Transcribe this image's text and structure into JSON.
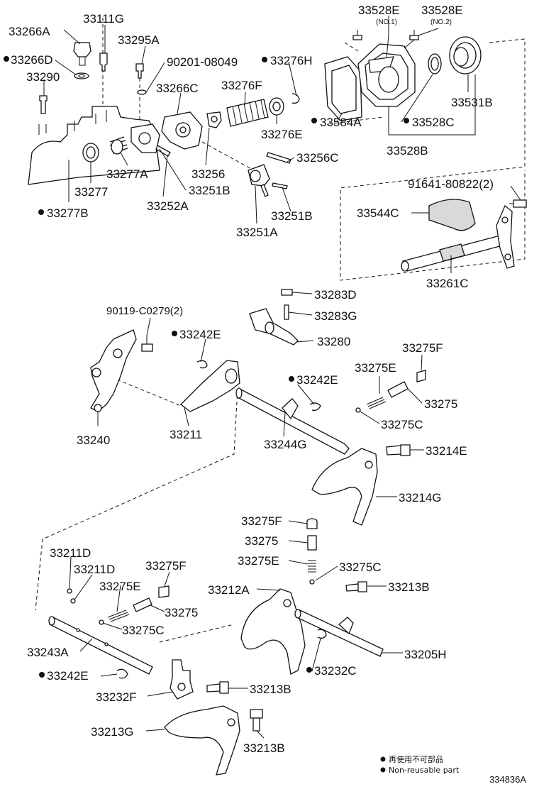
{
  "colors": {
    "ink": "#111111",
    "paper": "#ffffff",
    "shade": "#d9d9d9"
  },
  "labels": {
    "p33266A": "33266A",
    "p33111G": "33111G",
    "p33295A": "33295A",
    "p33266D": "33266D",
    "p90201_08049": "90201-08049",
    "p33290": "33290",
    "p33276H": "33276H",
    "p33266C": "33266C",
    "p33276F": "33276F",
    "p33528E_1": "33528E",
    "p33528E_2": "33528E",
    "no1": "(NO.1)",
    "no2": "(NO.2)",
    "p33531B": "33531B",
    "p33584A": "33584A",
    "p33528C": "33528C",
    "p33276E": "33276E",
    "p33528B": "33528B",
    "p33256C": "33256C",
    "p33277A": "33277A",
    "p33256": "33256",
    "p33277": "33277",
    "p33251B_1": "33251B",
    "p33252A": "33252A",
    "p33277B": "33277B",
    "p33251B_2": "33251B",
    "p33251A": "33251A",
    "p91641_80822": "91641-80822(2)",
    "p33544C": "33544C",
    "p33261C": "33261C",
    "p33283D": "33283D",
    "p33283G": "33283G",
    "p90119_C0279": "90119-C0279(2)",
    "p33242E_1": "33242E",
    "p33280": "33280",
    "p33275F_1": "33275F",
    "p33275E_1": "33275E",
    "p33242E_2": "33242E",
    "p33275_1": "33275",
    "p33275C_1": "33275C",
    "p33240": "33240",
    "p33211": "33211",
    "p33244G": "33244G",
    "p33214E": "33214E",
    "p33214G": "33214G",
    "p33275F_2": "33275F",
    "p33275_2": "33275",
    "p33275E_2": "33275E",
    "p33275C_2": "33275C",
    "p33211D_1": "33211D",
    "p33211D_2": "33211D",
    "p33275F_3": "33275F",
    "p33275E_3": "33275E",
    "p33212A": "33212A",
    "p33213B_1": "33213B",
    "p33275_3": "33275",
    "p33275C_3": "33275C",
    "p33243A": "33243A",
    "p33205H": "33205H",
    "p33232C": "33232C",
    "p33242E_3": "33242E",
    "p33232F": "33232F",
    "p33213B_2": "33213B",
    "p33213G": "33213G",
    "p33213B_3": "33213B"
  },
  "legend": {
    "jp": "再使用不可部品",
    "en": "Non-reusable part"
  },
  "diagram_code": "334836A"
}
